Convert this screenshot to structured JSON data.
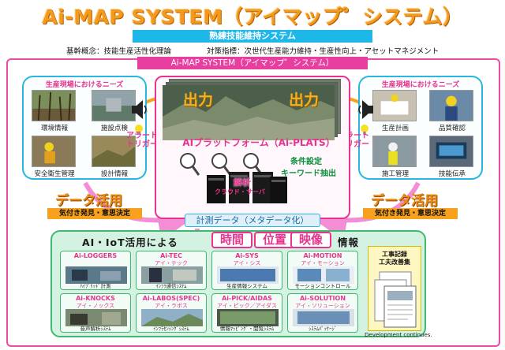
{
  "header": {
    "title": "Ai-MAP SYSTEM（アイマップ゜システム）",
    "system_bar": "熟練技能維持システム",
    "concept": "基幹概念：技能生産活性化理論",
    "indicator": "対策指標：次世代生産能力維持・生産性向上・アセットマネジメント",
    "aimap_bar": "Ai-MAP SYSTEM（アイマップ゜システム）"
  },
  "left_panel": {
    "title": "生産現場におけるニーズ",
    "items": [
      "環境情報",
      "施設点検",
      "安全衛生管理",
      "設計情報"
    ]
  },
  "right_panel": {
    "title": "生産現場におけるニーズ",
    "items": [
      "生産計画",
      "品質確認",
      "施工管理",
      "技能伝承"
    ]
  },
  "alerts": {
    "left": [
      "アラート",
      "トリガー"
    ],
    "right": [
      "アラート",
      "トリガー"
    ]
  },
  "platform": {
    "output_left": "出力",
    "output_right": "出力",
    "title": "AIプラットフォーム（Ai-PLATS）",
    "condition": "条件設定",
    "keyword": "キーワード抽出",
    "analysis": "解析",
    "cloud": "クラウド・サーバ"
  },
  "data_use": {
    "left": "データ活用",
    "right": "データ活用",
    "left_sub": "気付き発見・意思決定",
    "right_sub": "気付き発見・意思決定"
  },
  "measure": "計測データ（メタデータ化）",
  "info": {
    "lead": "AI・IoT活用による",
    "keywords": [
      "時間",
      "位置",
      "映像"
    ],
    "tail": "情報",
    "modules": [
      {
        "name": "Ai-LOGGERS",
        "sub": "",
        "caption": "ﾊｲﾌﾞﾘｯﾄﾞ計測"
      },
      {
        "name": "Ai-TEC",
        "sub": "アイ・テック",
        "caption": "ｲﾝﾌﾗ通信ｼｽﾃﾑ"
      },
      {
        "name": "Ai-SYS",
        "sub": "アイ・シス",
        "caption": "生産情報システム"
      },
      {
        "name": "Ai-MOTION",
        "sub": "アイ・モーション",
        "caption": "モーションコントロール"
      },
      {
        "name": "Ai-KNOCKS",
        "sub": "アイ・ノックス",
        "caption": "音声解析ｼｽﾃﾑ"
      },
      {
        "name": "Ai-LABOS(SPEC)",
        "sub": "アイ・ラボス",
        "caption": "ｲﾝﾌﾗｾﾝｼﾝｸﾞｼｽﾃﾑ"
      },
      {
        "name": "Ai-PICK/AIDAS",
        "sub": "アイ・ピック／アイダス",
        "caption": "情報ﾏｯﾋﾟﾝｸﾞ・閲覧ｼｽﾃﾑ"
      },
      {
        "name": "Ai-SOLUTION",
        "sub": "アイ・ソリューション",
        "caption": "ｼｽﾃﾑﾊﾟｯｹｰｼﾞ"
      }
    ],
    "record_title": [
      "工事記録",
      "工夫改善集"
    ],
    "dev_note": "Development continues."
  },
  "colors": {
    "title_orange": "#f39a1e",
    "cyan": "#1eb8e8",
    "magenta": "#e8348f",
    "green": "#3fb96f",
    "orange": "#f7a11e"
  }
}
